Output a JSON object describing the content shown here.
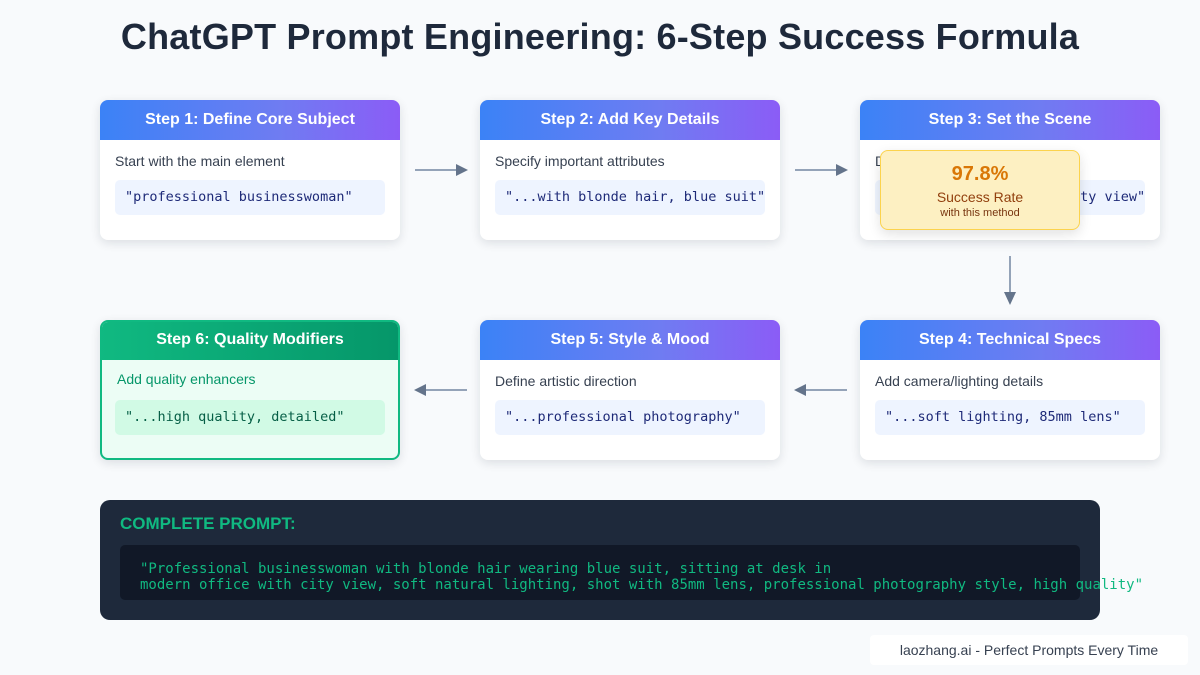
{
  "title": "ChatGPT Prompt Engineering: 6-Step Success Formula",
  "steps": [
    {
      "title": "Step 1: Define Core Subject",
      "description": "Start with the main element",
      "example": "\"professional businesswoman\""
    },
    {
      "title": "Step 2: Add Key Details",
      "description": "Specify important attributes",
      "example": "\"...with blonde hair, blue suit\""
    },
    {
      "title": "Step 3: Set the Scene",
      "description": "Describe the environment",
      "example": "\"...in modern office, city view\""
    },
    {
      "title": "Step 4: Technical Specs",
      "description": "Add camera/lighting details",
      "example": "\"...soft lighting, 85mm lens\""
    },
    {
      "title": "Step 5: Style & Mood",
      "description": "Define artistic direction",
      "example": "\"...professional photography\""
    },
    {
      "title": "Step 6: Quality Modifiers",
      "description": "Add quality enhancers",
      "example": "\"...high quality, detailed\""
    }
  ],
  "badge": {
    "value": "97.8%",
    "label": "Success Rate",
    "sublabel": "with this method"
  },
  "complete_prompt": {
    "heading": "COMPLETE PROMPT:",
    "line1": "\"Professional businesswoman with blonde hair wearing blue suit, sitting at desk in",
    "line2": "modern office with city view, soft natural lighting, shot with 85mm lens, professional photography style, high quality\""
  },
  "footer": "laozhang.ai - Perfect Prompts Every Time",
  "colors": {
    "header_start": "#3b82f6",
    "header_end": "#8b5cf6",
    "quality": "#10b981",
    "badge": "#d97706"
  }
}
